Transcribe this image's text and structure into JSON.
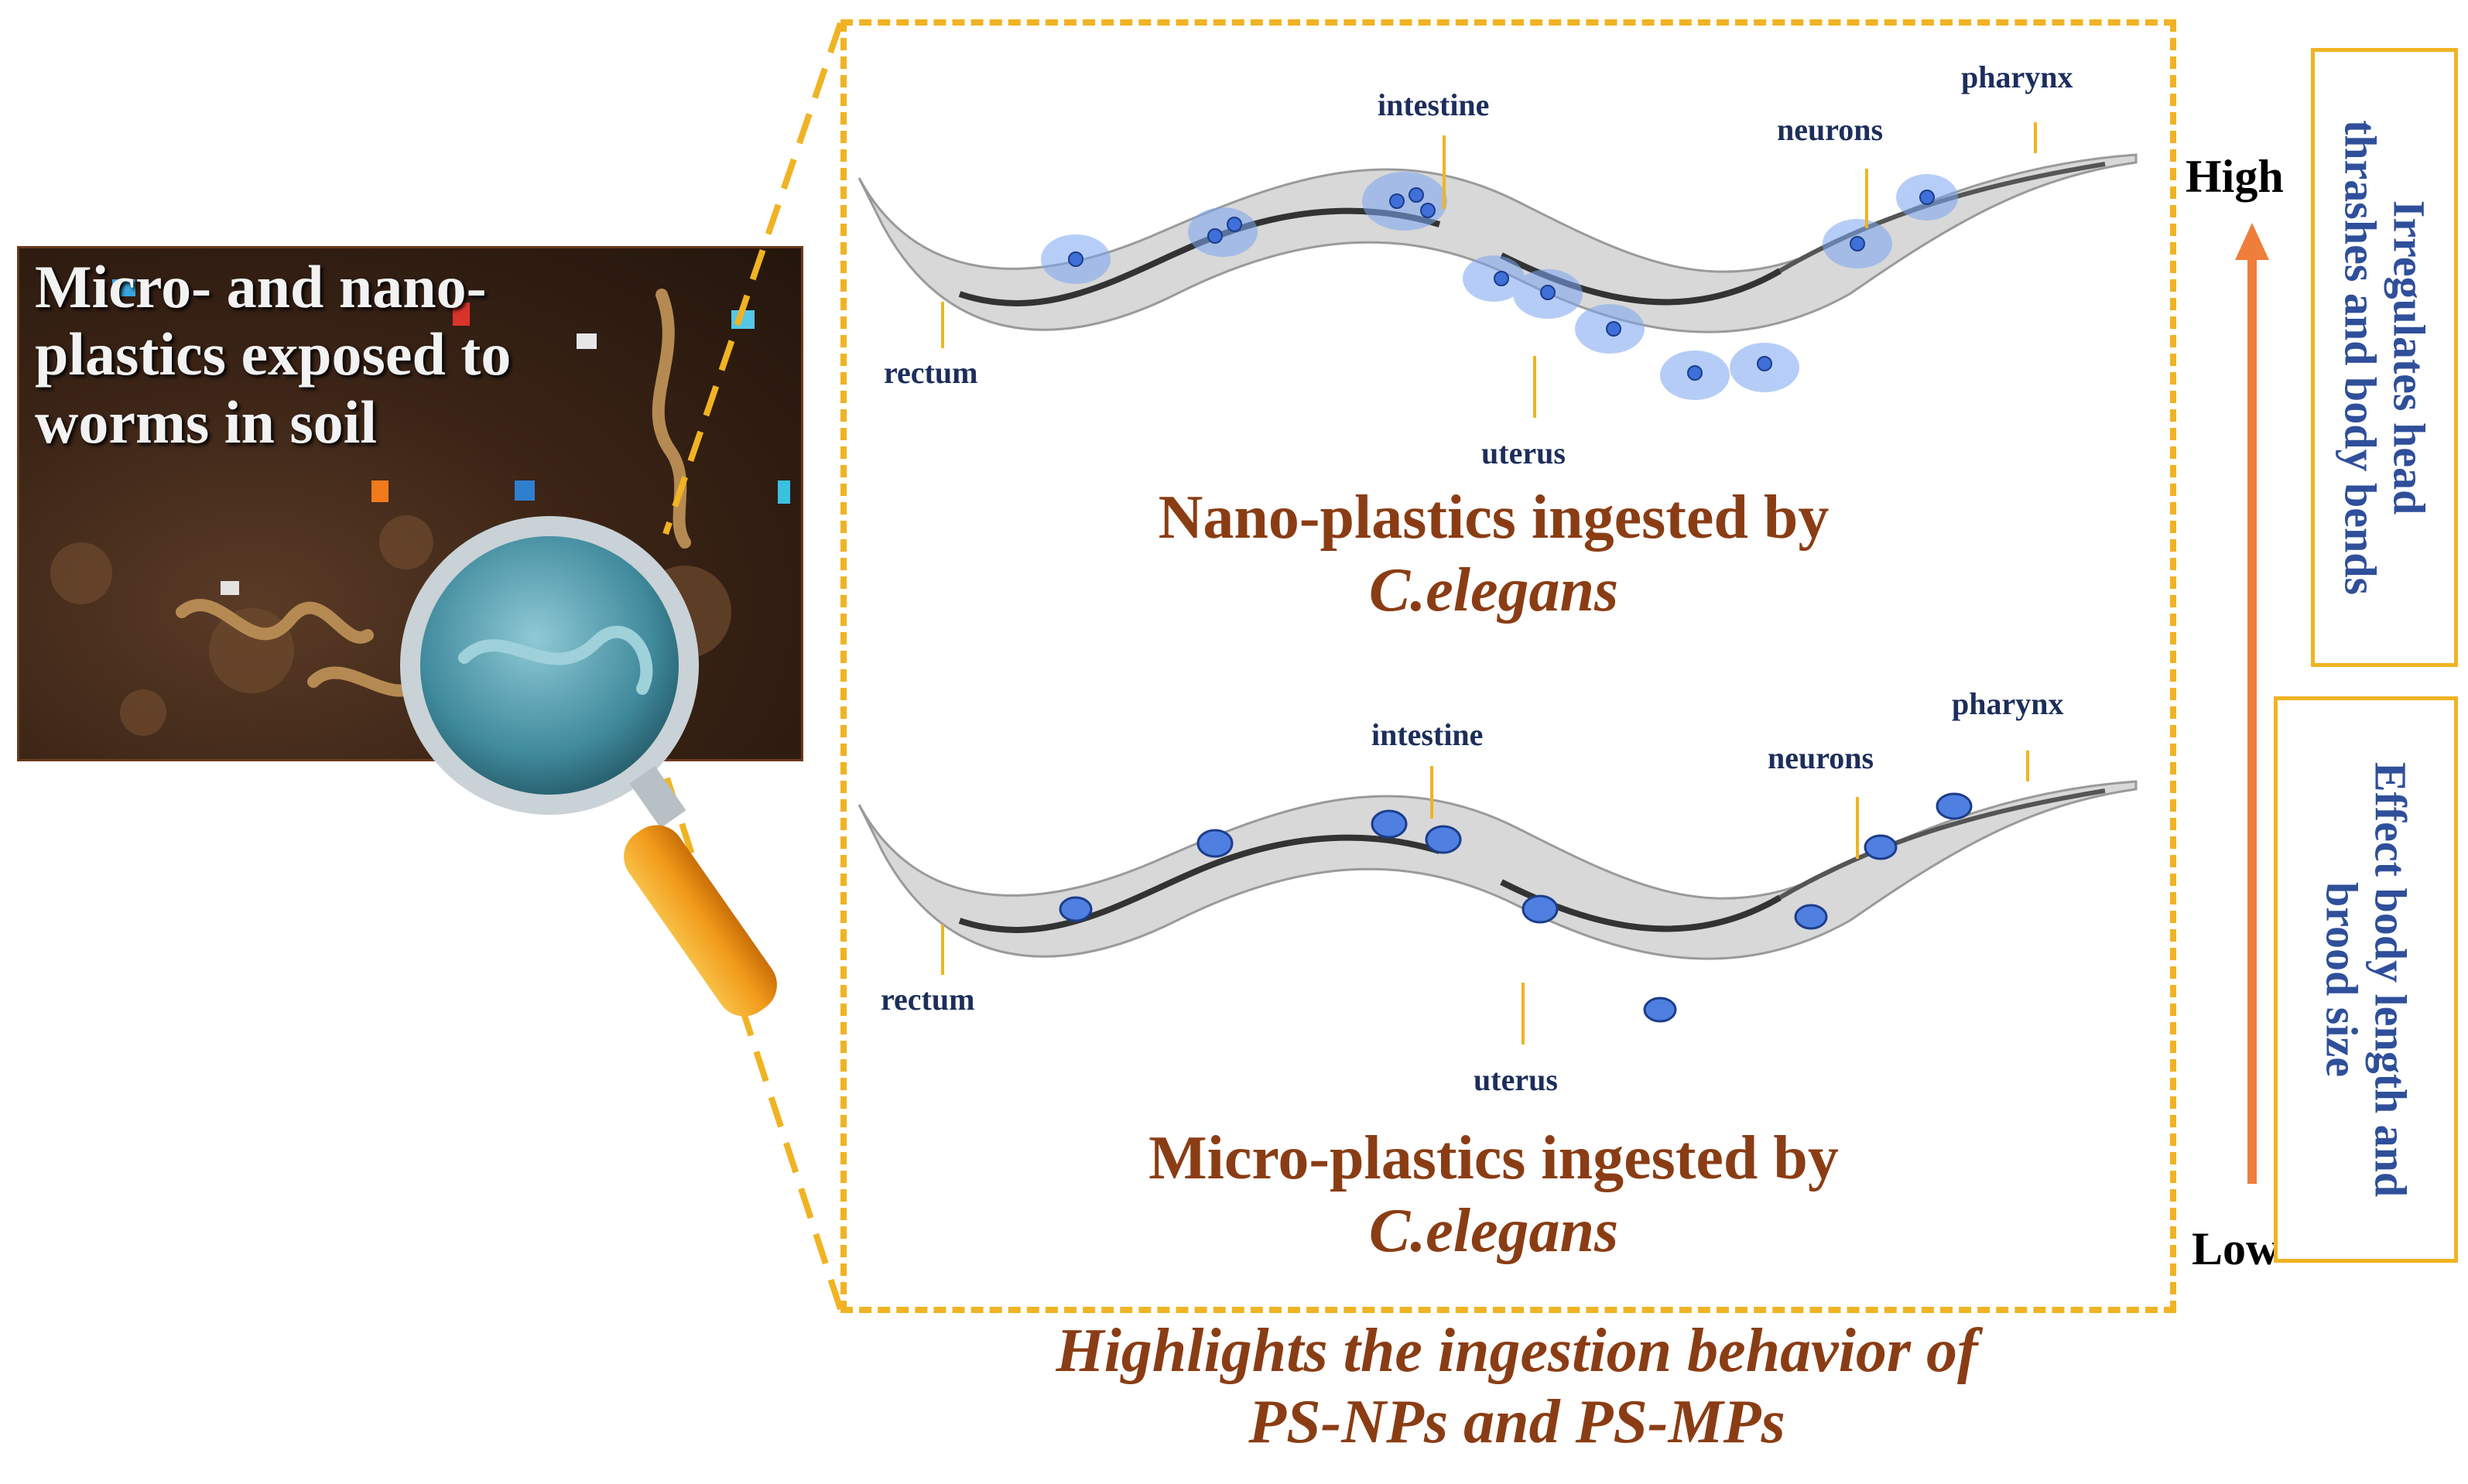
{
  "soil_panel": {
    "title": "Micro- and nano-\nplastics exposed to\nworms in soil"
  },
  "nano_worm": {
    "labels": {
      "intestine": "intestine",
      "pharynx": "pharynx",
      "neurons": "neurons",
      "rectum": "rectum",
      "uterus": "uterus"
    },
    "title_line1": "Nano-plastics ingested by",
    "title_line2": "C.elegans"
  },
  "micro_worm": {
    "labels": {
      "intestine": "intestine",
      "pharynx": "pharynx",
      "neurons": "neurons",
      "rectum": "rectum",
      "uterus": "uterus"
    },
    "title_line1": "Micro-plastics ingested by",
    "title_line2": "C.elegans"
  },
  "highlights": {
    "line1": "Highlights the ingestion behavior of",
    "line2": "PS-NPs and PS-MPs"
  },
  "scale": {
    "high": "High",
    "low": "Low"
  },
  "effects": {
    "top_line1": "Irregulates head",
    "top_line2": "thrashes and body bends",
    "bottom_line1": "Effect body length and",
    "bottom_line2": "brood size"
  },
  "colors": {
    "frame": "#f0b323",
    "title": "#8a3d14",
    "label": "#1d2e5c",
    "effect_text": "#2f4f9a",
    "arrow": "#ef7d3c",
    "particle": "#3f6fd8"
  }
}
